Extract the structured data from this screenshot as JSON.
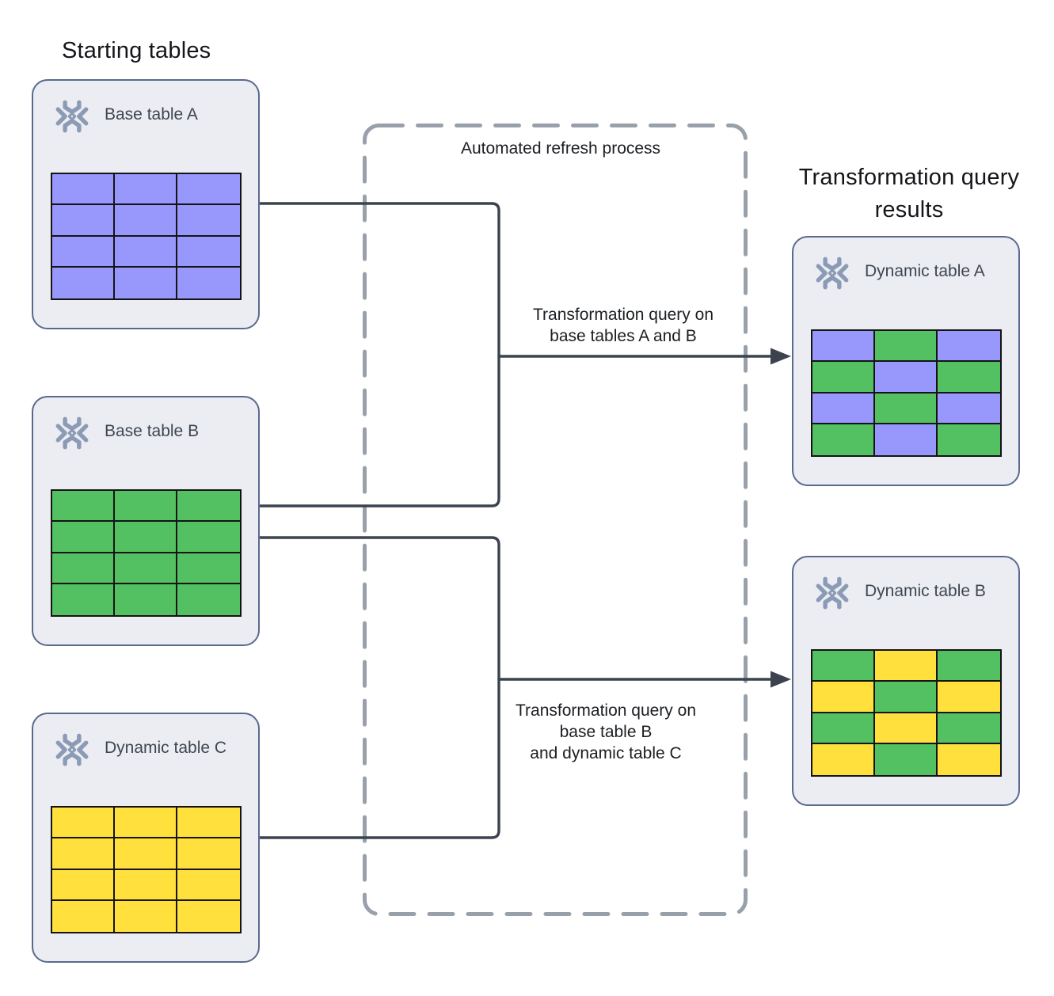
{
  "colors": {
    "purple": "#9897fc",
    "green": "#53c061",
    "yellow": "#ffe03d",
    "card_bg": "#ebedf3",
    "card_border": "#5a6a8e",
    "grid_border": "#141414",
    "line": "#3c434e",
    "dash": "#98a0aa",
    "icon": "#8c9bb5",
    "heading_text": "#14161a",
    "label_gray": "#3f4650",
    "label_dark": "#1b1e22"
  },
  "headings": {
    "left": "Starting tables",
    "right": "Transformation query results"
  },
  "process_box": {
    "label": "Automated refresh process"
  },
  "cards": {
    "base_a": {
      "label": "Base table A",
      "icon": "snowflake-logo",
      "pattern": [
        [
          "purple",
          "purple",
          "purple"
        ],
        [
          "purple",
          "purple",
          "purple"
        ],
        [
          "purple",
          "purple",
          "purple"
        ],
        [
          "purple",
          "purple",
          "purple"
        ]
      ]
    },
    "base_b": {
      "label": "Base table B",
      "icon": "snowflake-logo",
      "pattern": [
        [
          "green",
          "green",
          "green"
        ],
        [
          "green",
          "green",
          "green"
        ],
        [
          "green",
          "green",
          "green"
        ],
        [
          "green",
          "green",
          "green"
        ]
      ]
    },
    "dynamic_c": {
      "label": "Dynamic table C",
      "icon": "snowflake-logo",
      "pattern": [
        [
          "yellow",
          "yellow",
          "yellow"
        ],
        [
          "yellow",
          "yellow",
          "yellow"
        ],
        [
          "yellow",
          "yellow",
          "yellow"
        ],
        [
          "yellow",
          "yellow",
          "yellow"
        ]
      ]
    },
    "dynamic_a": {
      "label": "Dynamic table A",
      "icon": "snowflake-logo",
      "pattern": [
        [
          "purple",
          "green",
          "purple"
        ],
        [
          "green",
          "purple",
          "green"
        ],
        [
          "purple",
          "green",
          "purple"
        ],
        [
          "green",
          "purple",
          "green"
        ]
      ]
    },
    "dynamic_b": {
      "label": "Dynamic table B",
      "icon": "snowflake-logo",
      "pattern": [
        [
          "green",
          "yellow",
          "green"
        ],
        [
          "yellow",
          "green",
          "yellow"
        ],
        [
          "green",
          "yellow",
          "green"
        ],
        [
          "yellow",
          "green",
          "yellow"
        ]
      ]
    }
  },
  "arrows": {
    "to_dynamic_a": {
      "label_lines": [
        "Transformation query on",
        "base tables A and B"
      ]
    },
    "to_dynamic_b": {
      "label_lines": [
        "Transformation query on",
        "base table B",
        "and dynamic table C"
      ]
    }
  }
}
